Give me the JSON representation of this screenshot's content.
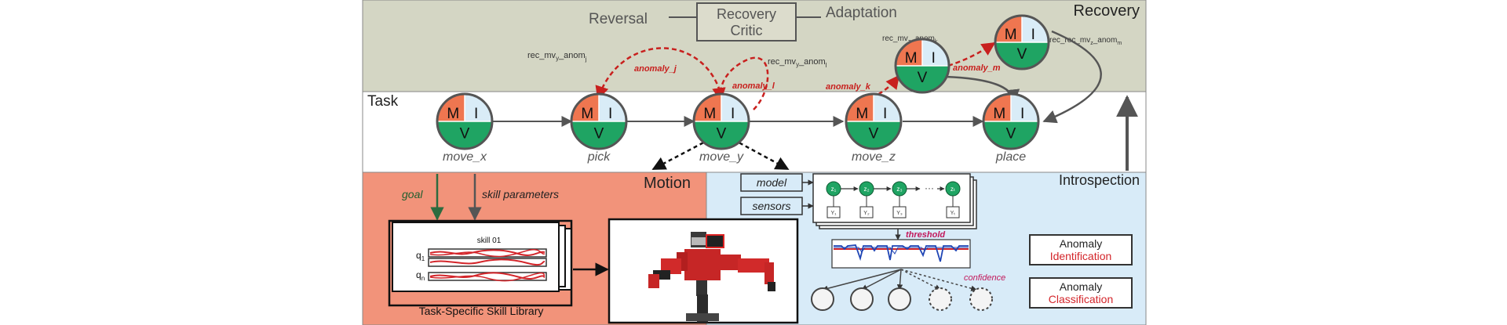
{
  "recovery": {
    "title": "Recovery",
    "critic_line1": "Recovery",
    "critic_line2": "Critic",
    "reversal": "Reversal",
    "adaptation": "Adaptation",
    "rec_label_j": "rec_mv",
    "rec_label_j_sub": "y",
    "rec_label_j_mid": "_anom",
    "rec_label_j_sub2": "j",
    "rec_label_l": "rec_mv",
    "rec_label_l_sub": "y",
    "rec_label_l_mid": "_anom",
    "rec_label_l_sub2": "l",
    "rec_label_k": "rec_mv",
    "rec_label_k_sub": "z",
    "rec_label_k_mid": "_anom",
    "rec_label_k_sub2": "k",
    "rec_label_m": "rec_rec_mv",
    "rec_label_m_sub": "z",
    "rec_label_m_mid": "_anom",
    "rec_label_m_sub2": "m"
  },
  "anomalies": {
    "j": "anomaly_j",
    "l": "anomaly_l",
    "k": "anomaly_k",
    "m": "anomaly_m"
  },
  "task": {
    "title": "Task",
    "nodes": [
      "move_x",
      "pick",
      "move_y",
      "move_z",
      "place"
    ],
    "node_m": "M",
    "node_i": "I",
    "node_v": "V"
  },
  "motion": {
    "title": "Motion",
    "goal": "goal",
    "skill_parameters": "skill parameters",
    "skill_name": "skill 01",
    "q1": "q",
    "q1_sub": "1",
    "qn": "q",
    "qn_sub": "n",
    "library": "Task-Specific Skill Library"
  },
  "introspection": {
    "title": "Introspection",
    "model": "model",
    "sensors": "sensors",
    "threshold": "threshold",
    "confidence": "confidence",
    "hmm_states": [
      "z₁",
      "z₂",
      "z₃",
      "zₜ"
    ],
    "hmm_obs": [
      "Y₁",
      "Y₂",
      "Y₃",
      "Yₜ"
    ],
    "dots": "···",
    "box1_line1": "Anomaly",
    "box1_line2": "Identification",
    "box2_line1": "Anomaly",
    "box2_line2": "Classification"
  },
  "colors": {
    "recovery_bg": "#d4d6c4",
    "task_bg": "#ffffff",
    "motion_bg": "#f2937a",
    "introspection_bg": "#d8ebf8",
    "orange": "#ef7650",
    "green": "#1fa463",
    "light_blue": "#d9ecf7",
    "red_dashed": "#c8201e",
    "pink_text": "#c2185b"
  }
}
